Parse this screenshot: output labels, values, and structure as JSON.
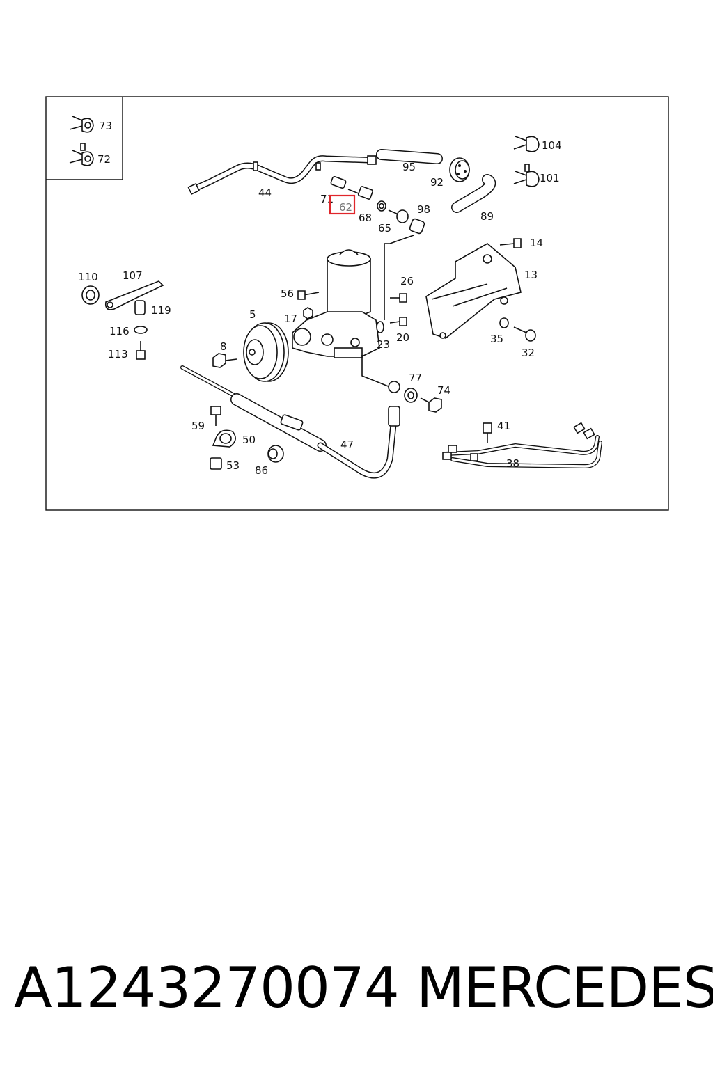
{
  "diagram": {
    "callouts": {
      "c73": "73",
      "c72": "72",
      "c104": "104",
      "c101": "101",
      "c44": "44",
      "c95": "95",
      "c92": "92",
      "c89": "89",
      "c71": "71",
      "c62": "62",
      "c68": "68",
      "c65": "65",
      "c98": "98",
      "c14": "14",
      "c13": "13",
      "c110": "110",
      "c107": "107",
      "c119": "119",
      "c116": "116",
      "c113": "113",
      "c56": "56",
      "c26": "26",
      "c5": "5",
      "c17": "17",
      "c23": "23",
      "c20": "20",
      "c35": "35",
      "c32": "32",
      "c8": "8",
      "c77": "77",
      "c74": "74",
      "c59": "59",
      "c50": "50",
      "c47": "47",
      "c53": "53",
      "c86": "86",
      "c41": "41",
      "c38": "38"
    },
    "highlighted_part": "62",
    "highlight_color": "#e0262b"
  },
  "footer": {
    "part_number": "A1243270074",
    "brand": "MERCEDES"
  }
}
